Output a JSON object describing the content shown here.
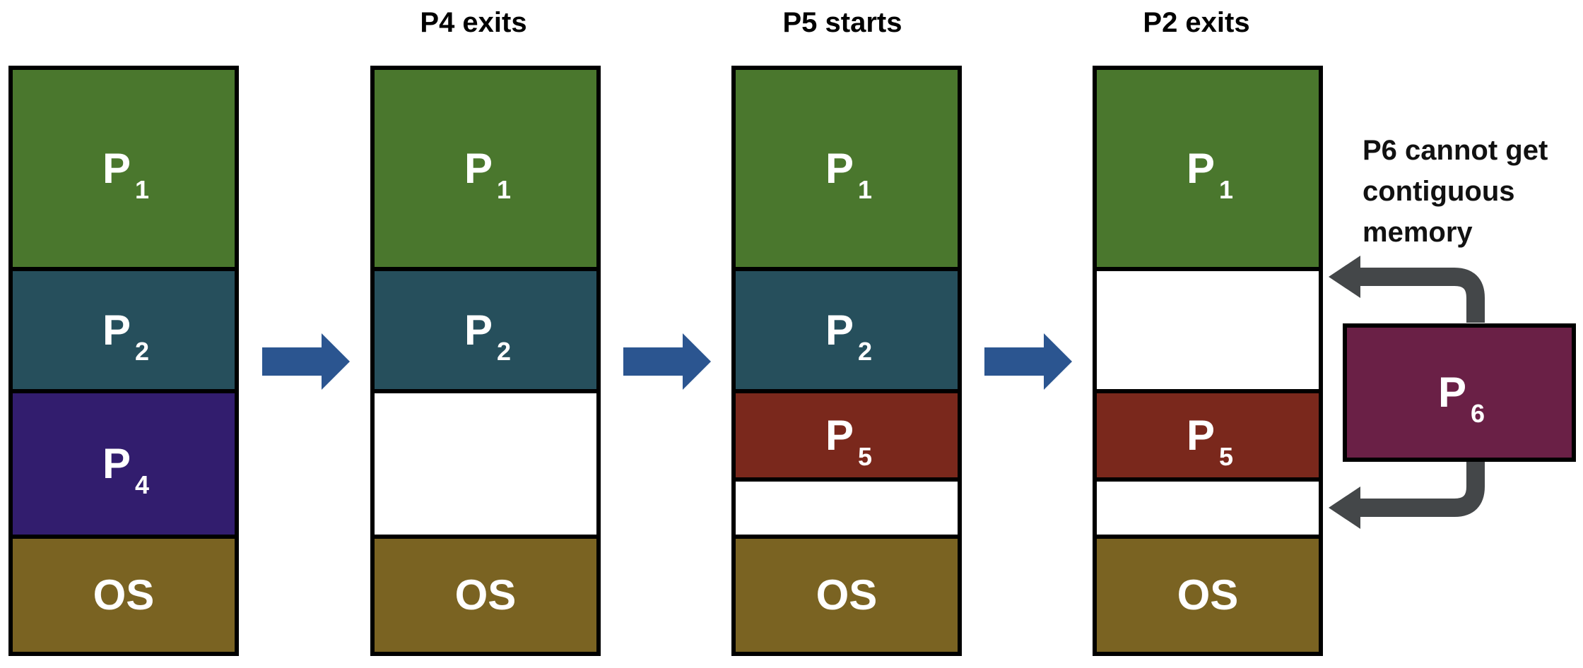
{
  "captions": [
    "P4 exits",
    "P5 starts",
    "P2 exits"
  ],
  "note": [
    "P6 cannot get",
    "contiguous",
    "memory"
  ],
  "colors": {
    "p1": "#4a772d",
    "p2": "#264f5c",
    "p4": "#321d6e",
    "p5": "#7a281c",
    "p6": "#6a2046",
    "os": "#7a6322",
    "arrow_blue": "#2b5590",
    "arrow_gray": "#444749"
  },
  "columns": [
    {
      "blocks": [
        {
          "id": "p1",
          "letter": "P",
          "sub": "1"
        },
        {
          "id": "p2",
          "letter": "P",
          "sub": "2"
        },
        {
          "id": "p4",
          "letter": "P",
          "sub": "4"
        },
        {
          "id": "os",
          "letter": "OS",
          "sub": ""
        }
      ]
    },
    {
      "blocks": [
        {
          "id": "p1",
          "letter": "P",
          "sub": "1"
        },
        {
          "id": "p2",
          "letter": "P",
          "sub": "2"
        },
        {
          "id": "free",
          "letter": "",
          "sub": ""
        },
        {
          "id": "os",
          "letter": "OS",
          "sub": ""
        }
      ]
    },
    {
      "blocks": [
        {
          "id": "p1",
          "letter": "P",
          "sub": "1"
        },
        {
          "id": "p2",
          "letter": "P",
          "sub": "2"
        },
        {
          "id": "p5",
          "letter": "P",
          "sub": "5"
        },
        {
          "id": "free",
          "letter": "",
          "sub": ""
        },
        {
          "id": "os",
          "letter": "OS",
          "sub": ""
        }
      ]
    },
    {
      "blocks": [
        {
          "id": "p1",
          "letter": "P",
          "sub": "1"
        },
        {
          "id": "free",
          "letter": "",
          "sub": ""
        },
        {
          "id": "p5",
          "letter": "P",
          "sub": "5"
        },
        {
          "id": "free",
          "letter": "",
          "sub": ""
        },
        {
          "id": "os",
          "letter": "OS",
          "sub": ""
        }
      ]
    }
  ],
  "p6": {
    "letter": "P",
    "sub": "6"
  }
}
